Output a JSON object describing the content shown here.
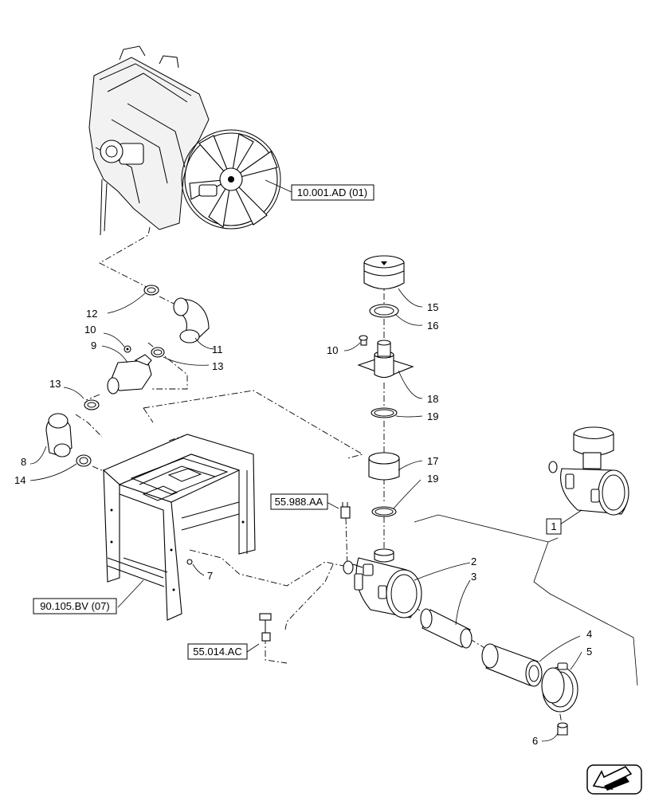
{
  "references": {
    "engine": "10.001.AD (01)",
    "frame": "90.105.BV (07)",
    "sensor_upper": "55.988.AA",
    "sensor_lower": "55.014.AC",
    "assembly": "1"
  },
  "callouts": {
    "c2": "2",
    "c3": "3",
    "c4": "4",
    "c5": "5",
    "c6": "6",
    "c7": "7",
    "c8": "8",
    "c9": "9",
    "c10a": "10",
    "c10b": "10",
    "c11": "11",
    "c12": "12",
    "c13a": "13",
    "c13b": "13",
    "c14": "14",
    "c15": "15",
    "c16": "16",
    "c17": "17",
    "c18": "18",
    "c19a": "19",
    "c19b": "19"
  },
  "icons": {
    "corner": "next-page-arrow-icon"
  }
}
